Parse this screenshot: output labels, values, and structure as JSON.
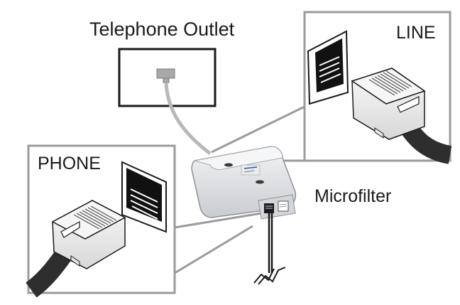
{
  "labels": {
    "telephone_outlet": "Telephone Outlet",
    "line": "LINE",
    "phone": "PHONE",
    "microfilter": "Microfilter"
  },
  "icons": {
    "outlet": "wall-jack-icon",
    "line_port": "rj11-jack-icon",
    "phone_port": "rj11-jack-icon",
    "line_plug": "rj11-plug-icon",
    "phone_plug": "rj11-plug-icon",
    "filter": "microfilter-icon"
  },
  "colors": {
    "frame": "#9b9b9b",
    "outline": "#1a1a1a",
    "cable_dark": "#2e2e2e",
    "cable_grey": "#b8b8b8",
    "plug_body": "#eeeeee",
    "filter_body": "#dde0e3"
  }
}
